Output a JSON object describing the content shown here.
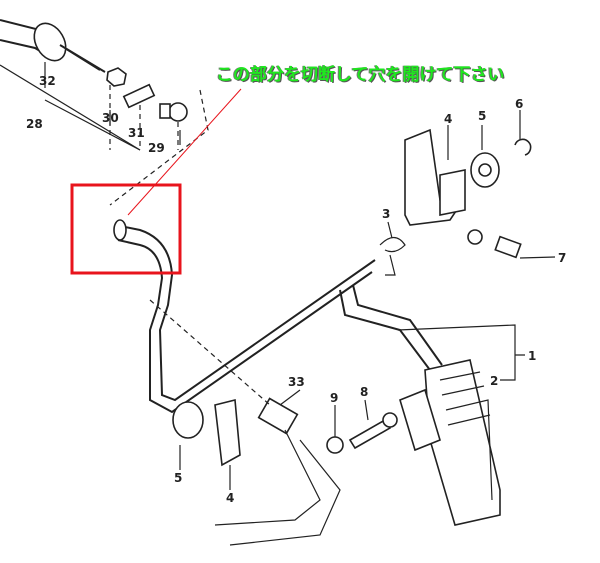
{
  "annotation": {
    "text": "この部分を切断して穴を開けて下さい",
    "text_color": "#1ee81e",
    "highlight_color": "#e8141c"
  },
  "part_labels": {
    "p32": "32",
    "p28": "28",
    "p30": "30",
    "p31": "31",
    "p29": "29",
    "p4_top": "4",
    "p5_top": "5",
    "p6": "6",
    "p3": "3",
    "p7": "7",
    "p1": "1",
    "p2": "2",
    "p33": "33",
    "p9": "9",
    "p8": "8",
    "p5_bottom": "5",
    "p4_bottom": "4"
  }
}
